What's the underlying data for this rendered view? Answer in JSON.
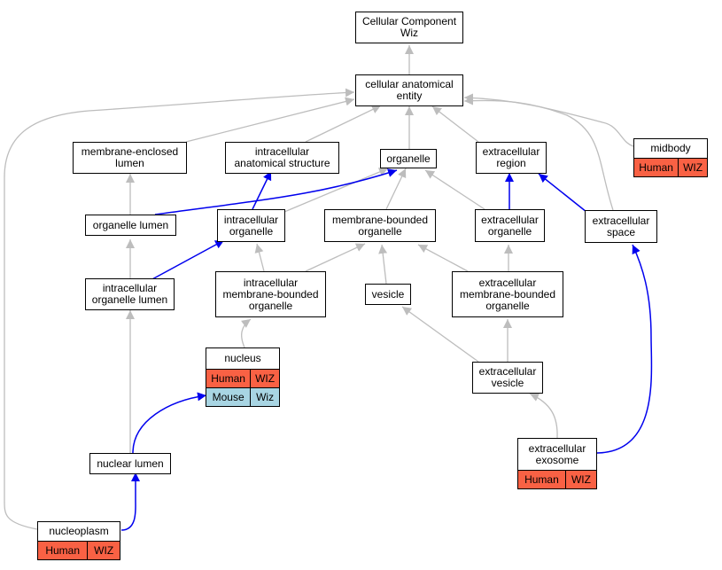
{
  "colors": {
    "edge_gray": "#bdbdbd",
    "edge_blue": "#0000ee",
    "human_fill": "#f96144",
    "mouse_fill": "#a8d5e3"
  },
  "nodes": {
    "root": {
      "lines": [
        "Cellular Component",
        "Wiz"
      ]
    },
    "cae": {
      "lines": [
        "cellular anatomical",
        "entity"
      ]
    },
    "mel": {
      "lines": [
        "membrane-enclosed",
        "lumen"
      ]
    },
    "ias": {
      "lines": [
        "intracellular",
        "anatomical structure"
      ]
    },
    "org": {
      "lines": [
        "organelle"
      ]
    },
    "exr": {
      "lines": [
        "extracellular",
        "region"
      ]
    },
    "midbody": {
      "lines": [
        "midbody"
      ],
      "rows": [
        {
          "species": "Human",
          "gene": "WIZ"
        }
      ]
    },
    "orgl": {
      "lines": [
        "organelle lumen"
      ]
    },
    "iorg": {
      "lines": [
        "intracellular",
        "organelle"
      ]
    },
    "mbo": {
      "lines": [
        "membrane-bounded",
        "organelle"
      ]
    },
    "exo": {
      "lines": [
        "extracellular",
        "organelle"
      ]
    },
    "exs": {
      "lines": [
        "extracellular",
        "space"
      ]
    },
    "iol": {
      "lines": [
        "intracellular",
        "organelle lumen"
      ]
    },
    "imbo": {
      "lines": [
        "intracellular",
        "membrane-bounded",
        "organelle"
      ]
    },
    "ves": {
      "lines": [
        "vesicle"
      ]
    },
    "embo": {
      "lines": [
        "extracellular",
        "membrane-bounded",
        "organelle"
      ]
    },
    "nuc": {
      "lines": [
        "nucleus"
      ],
      "rows": [
        {
          "species": "Human",
          "gene": "WIZ"
        },
        {
          "species": "Mouse",
          "gene": "Wiz"
        }
      ]
    },
    "exv": {
      "lines": [
        "extracellular",
        "vesicle"
      ]
    },
    "nl": {
      "lines": [
        "nuclear lumen"
      ]
    },
    "exosome": {
      "lines": [
        "extracellular",
        "exosome"
      ],
      "rows": [
        {
          "species": "Human",
          "gene": "WIZ"
        }
      ]
    },
    "np": {
      "lines": [
        "nucleoplasm"
      ],
      "rows": [
        {
          "species": "Human",
          "gene": "WIZ"
        }
      ]
    }
  }
}
